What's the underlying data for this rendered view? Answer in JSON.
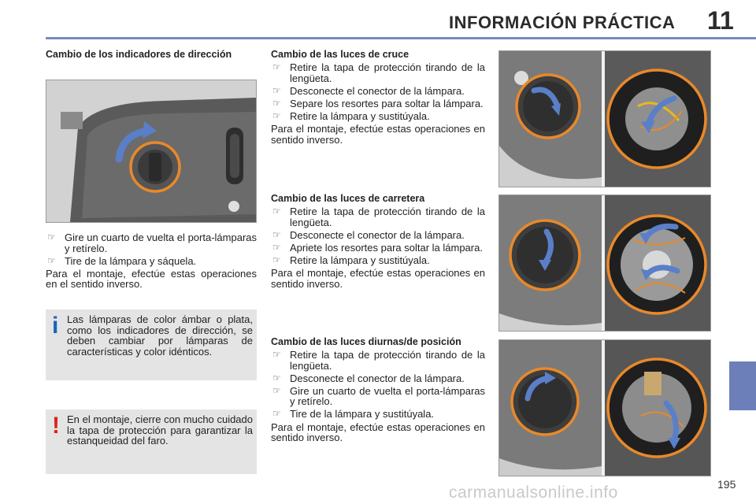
{
  "header": {
    "title": "INFORMACIÓN PRÁCTICA",
    "chapter": "11"
  },
  "page_number": "195",
  "watermark": "carmanualsonline.info",
  "turn_signals": {
    "title": "Cambio de los indicadores de dirección",
    "steps": [
      "Gire un cuarto de vuelta el porta-lámparas y retírelo.",
      "Tire de la lámpara y sáquela."
    ],
    "note": "Para el montaje, efectúe estas operaciones en el sentido inverso."
  },
  "info_box": {
    "icon": "info-icon",
    "text": "Las lámparas de color ámbar o plata, como los indicadores de dirección, se deben cambiar por lámparas de características y color idénticos."
  },
  "warning_box": {
    "icon": "warning-icon",
    "text": "En el montaje, cierre con mucho cuidado la tapa de protección para garantizar la estanqueidad del faro."
  },
  "low_beam": {
    "title": "Cambio de las luces de cruce",
    "steps": [
      "Retire la tapa de protección tirando de la lengüeta.",
      "Desconecte el conector de la lámpara.",
      "Separe los resortes para soltar la lámpara.",
      "Retire la lámpara y sustitúyala."
    ],
    "note": "Para el montaje, efectúe estas operaciones en sentido inverso."
  },
  "high_beam": {
    "title": "Cambio de las luces de carretera",
    "steps": [
      "Retire la tapa de protección tirando de la lengüeta.",
      "Desconecte el conector de la lámpara.",
      "Apriete los resortes para soltar la lámpara.",
      "Retire la lámpara y sustitúyala."
    ],
    "note": "Para el montaje, efectúe estas operaciones en sentido inverso."
  },
  "daytime_lights": {
    "title": "Cambio de las luces diurnas/de posición",
    "steps": [
      "Retire la tapa de protección tirando de la lengüeta.",
      "Desconecte el conector de la lámpara.",
      "Gire un cuarto de vuelta el porta-lámparas y retírelo.",
      "Tire de la lámpara y sustitúyala."
    ],
    "note": "Para el montaje, efectúe estas operaciones en sentido inverso."
  },
  "colors": {
    "accent": "#6c7fb8",
    "info_blue": "#1b63b8",
    "warning_red": "#d9241c",
    "highlight_orange": "#e8892a",
    "arrow_blue": "#5a7fc8"
  }
}
